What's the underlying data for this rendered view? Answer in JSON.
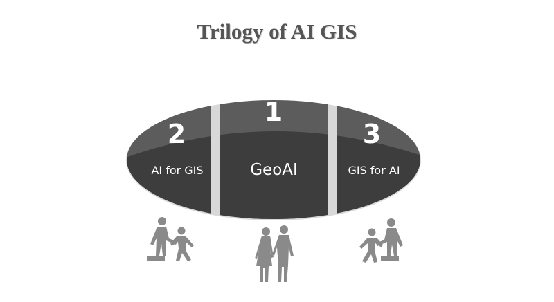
{
  "title": "Trilogy of AI GIS",
  "segments": [
    {
      "number": "1",
      "label": "GeoAI",
      "position": "center"
    },
    {
      "number": "2",
      "label": "AI for GIS",
      "position": "left"
    },
    {
      "number": "3",
      "label": "GIS for AI",
      "position": "right"
    }
  ],
  "figures": [
    {
      "name": "helping-hand-left",
      "position": "left"
    },
    {
      "name": "couple-walking",
      "position": "center"
    },
    {
      "name": "helping-hand-right",
      "position": "right"
    }
  ],
  "colors": {
    "segment_top": "#5c5c5c",
    "segment_bottom": "#3d3d3d",
    "figure": "#8a8a8a",
    "title": "#555555"
  }
}
